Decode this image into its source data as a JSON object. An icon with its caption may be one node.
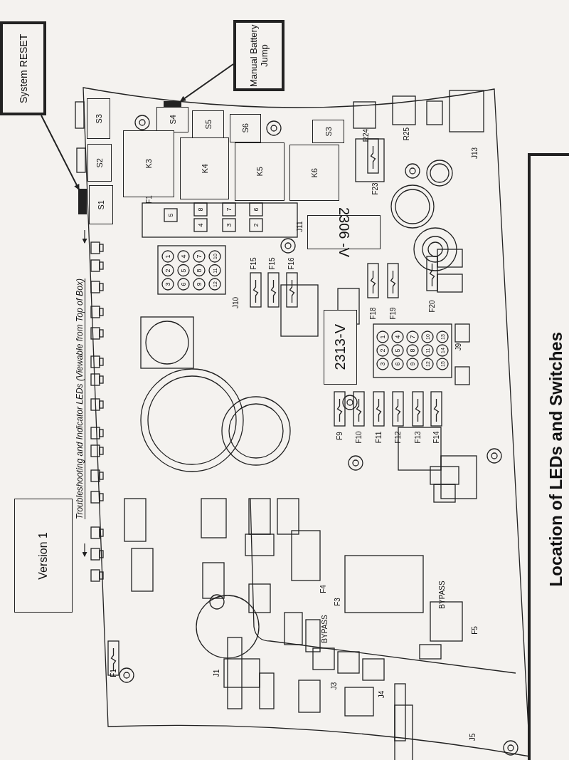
{
  "diagram": {
    "title": "Location of LEDs and Switches",
    "nodes": [
      {
        "text": [
          "System RESET"
        ]
      },
      {
        "text": [
          "Manual Battery Jump"
        ]
      },
      {
        "text": [],
        "shape": "bar"
      },
      {
        "text": [],
        "shape": "bar"
      },
      {
        "text": [
          "S3"
        ]
      },
      {
        "text": [
          "S2"
        ]
      },
      {
        "text": [
          "S1"
        ]
      },
      {
        "text": [
          "S4"
        ]
      },
      {
        "text": [
          "S5"
        ]
      },
      {
        "text": [
          "S6"
        ]
      },
      {
        "text": [
          "S3"
        ]
      },
      {
        "text": [
          "K3"
        ]
      },
      {
        "text": [
          "K4"
        ]
      },
      {
        "text": [
          "K5"
        ]
      },
      {
        "text": [
          "K6"
        ]
      },
      {
        "text": [
          "2306 -V"
        ]
      },
      {
        "text": [
          "2313-V"
        ]
      },
      {
        "text": [
          "Version 1"
        ]
      }
    ],
    "edges": [
      {
        "from": 0,
        "to": 2,
        "arrow": "to"
      },
      {
        "from": 1,
        "to": 3,
        "arrow": "to"
      }
    ],
    "labels": [
      "Troubleshooting and Indicator LEDs (Viewable from Top of Box)",
      "R24",
      "R25",
      "J13",
      "F1",
      "5",
      "4",
      "8",
      "3",
      "7",
      "2",
      "6",
      "J11",
      "1",
      "2",
      "3",
      "4",
      "5",
      "6",
      "7",
      "8",
      "9",
      "10",
      "11",
      "12",
      "J10",
      "F15",
      "F15",
      "F16",
      "F18",
      "F19",
      "F20",
      "1",
      "2",
      "3",
      "4",
      "5",
      "6",
      "7",
      "8",
      "9",
      "10",
      "11",
      "12",
      "13",
      "14",
      "15",
      "J9",
      "F23",
      "F9",
      "F10",
      "F11",
      "F12",
      "F13",
      "F14",
      "F4",
      "F3",
      "BYPASS",
      "BYPASS",
      "F5",
      "F1",
      "J1",
      "J3",
      "J4",
      "J5"
    ]
  }
}
